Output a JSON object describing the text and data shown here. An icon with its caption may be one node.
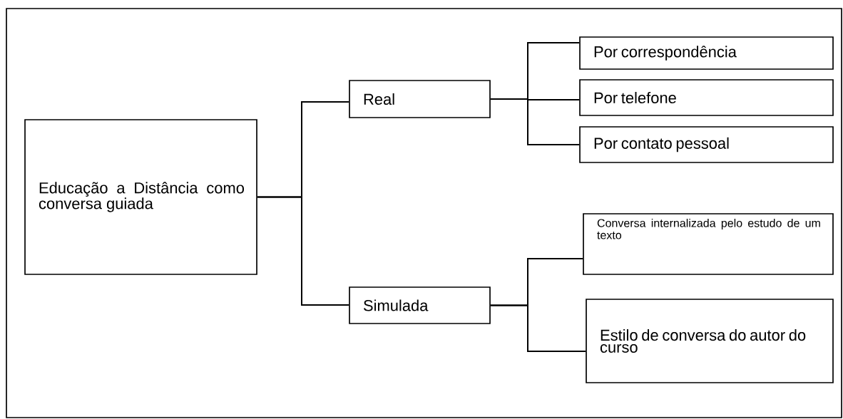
{
  "diagram": {
    "nodes": [
      {
        "text": [
          "Educação a Distância como conversa guiada"
        ]
      },
      {
        "text": [
          "Real"
        ]
      },
      {
        "text": [
          "Simulada"
        ]
      },
      {
        "text": [
          "Por correspondência"
        ]
      },
      {
        "text": [
          "Por telefone"
        ]
      },
      {
        "text": [
          "Por contato pessoal"
        ]
      },
      {
        "text": [
          "Conversa internalizada pelo estudo de um texto"
        ]
      },
      {
        "text": [
          "Estilo de conversa do autor do curso"
        ]
      }
    ],
    "edges": [
      {
        "from": 0,
        "to": 1,
        "arrow": "none"
      },
      {
        "from": 0,
        "to": 2,
        "arrow": "none"
      },
      {
        "from": 1,
        "to": 3,
        "arrow": "none"
      },
      {
        "from": 1,
        "to": 4,
        "arrow": "none"
      },
      {
        "from": 1,
        "to": 5,
        "arrow": "none"
      },
      {
        "from": 2,
        "to": 6,
        "arrow": "none"
      },
      {
        "from": 2,
        "to": 7,
        "arrow": "none"
      }
    ]
  }
}
